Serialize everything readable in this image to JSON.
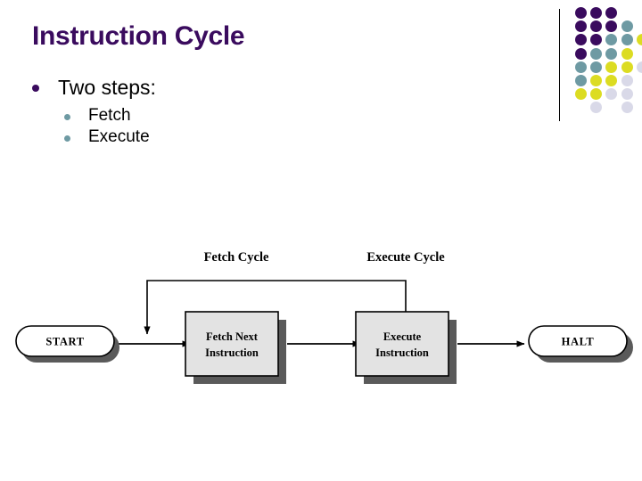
{
  "slide": {
    "title": "Instruction Cycle",
    "background": "#FFFFFF",
    "title_color": "#3A0B5E"
  },
  "bullets": [
    {
      "level": 1,
      "text": "Two steps:",
      "marker_color": "#3A0B5E"
    },
    {
      "level": 2,
      "text": "Fetch",
      "marker_color": "#6E9AA3"
    },
    {
      "level": 2,
      "text": "Execute",
      "marker_color": "#6E9AA3"
    }
  ],
  "decoration": {
    "divider_color": "#000000",
    "palette": {
      "purple": "#3A0B5E",
      "teal": "#6E9AA3",
      "yellow": "#DCDC22",
      "lavender": "#D9D9E8"
    },
    "dot_grid": [
      {
        "col": 0,
        "row": 0,
        "color": "#3A0B5E"
      },
      {
        "col": 1,
        "row": 0,
        "color": "#3A0B5E"
      },
      {
        "col": 2,
        "row": 0,
        "color": "#3A0B5E"
      },
      {
        "col": 0,
        "row": 1,
        "color": "#3A0B5E"
      },
      {
        "col": 1,
        "row": 1,
        "color": "#3A0B5E"
      },
      {
        "col": 2,
        "row": 1,
        "color": "#3A0B5E"
      },
      {
        "col": 3,
        "row": 1,
        "color": "#6E9AA3"
      },
      {
        "col": 0,
        "row": 2,
        "color": "#3A0B5E"
      },
      {
        "col": 1,
        "row": 2,
        "color": "#3A0B5E"
      },
      {
        "col": 2,
        "row": 2,
        "color": "#6E9AA3"
      },
      {
        "col": 3,
        "row": 2,
        "color": "#6E9AA3"
      },
      {
        "col": 4,
        "row": 2,
        "color": "#DCDC22"
      },
      {
        "col": 0,
        "row": 3,
        "color": "#3A0B5E"
      },
      {
        "col": 1,
        "row": 3,
        "color": "#6E9AA3"
      },
      {
        "col": 2,
        "row": 3,
        "color": "#6E9AA3"
      },
      {
        "col": 3,
        "row": 3,
        "color": "#DCDC22"
      },
      {
        "col": 0,
        "row": 4,
        "color": "#6E9AA3"
      },
      {
        "col": 1,
        "row": 4,
        "color": "#6E9AA3"
      },
      {
        "col": 2,
        "row": 4,
        "color": "#DCDC22"
      },
      {
        "col": 3,
        "row": 4,
        "color": "#DCDC22"
      },
      {
        "col": 4,
        "row": 4,
        "color": "#D9D9E8"
      },
      {
        "col": 0,
        "row": 5,
        "color": "#6E9AA3"
      },
      {
        "col": 1,
        "row": 5,
        "color": "#DCDC22"
      },
      {
        "col": 2,
        "row": 5,
        "color": "#DCDC22"
      },
      {
        "col": 3,
        "row": 5,
        "color": "#D9D9E8"
      },
      {
        "col": 0,
        "row": 6,
        "color": "#DCDC22"
      },
      {
        "col": 1,
        "row": 6,
        "color": "#DCDC22"
      },
      {
        "col": 2,
        "row": 6,
        "color": "#D9D9E8"
      },
      {
        "col": 3,
        "row": 6,
        "color": "#D9D9E8"
      },
      {
        "col": 1,
        "row": 7,
        "color": "#D9D9E8"
      },
      {
        "col": 3,
        "row": 7,
        "color": "#D9D9E8"
      }
    ]
  },
  "diagram": {
    "type": "flowchart",
    "phase_labels": [
      {
        "id": "fetch-cycle",
        "text": "Fetch Cycle"
      },
      {
        "id": "execute-cycle",
        "text": "Execute Cycle"
      }
    ],
    "nodes": [
      {
        "id": "start",
        "shape": "terminator",
        "text": "START",
        "fill": "#FFFFFF"
      },
      {
        "id": "fetch",
        "shape": "process",
        "text_line1": "Fetch Next",
        "text_line2": "Instruction",
        "fill": "#E3E3E3"
      },
      {
        "id": "execute",
        "shape": "process",
        "text_line1": "Execute",
        "text_line2": "Instruction",
        "fill": "#E3E3E3"
      },
      {
        "id": "halt",
        "shape": "terminator",
        "text": "HALT",
        "fill": "#FFFFFF"
      }
    ],
    "edges": [
      {
        "from": "start",
        "to": "fetch"
      },
      {
        "from": "fetch",
        "to": "execute"
      },
      {
        "from": "execute",
        "to": "halt"
      },
      {
        "from": "execute",
        "to": "fetch",
        "style": "feedback-loop"
      }
    ],
    "shadow_color": "#5A5A5A",
    "line_color": "#000000"
  }
}
